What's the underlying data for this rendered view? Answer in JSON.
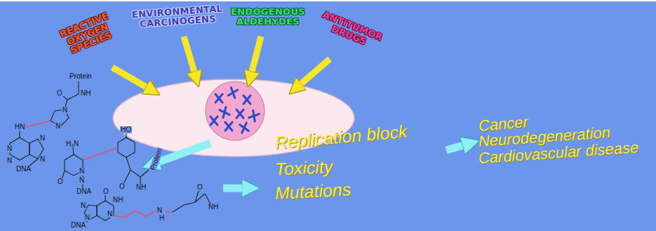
{
  "diagram": {
    "labels": [
      "REACTIVE OXYGEN SPECIES",
      "ENVIRONMENTAL CARCINOGENS",
      "ENDOGENOUS ALDEHYDES",
      "ANTITUMOR DRUGS",
      "Replication block",
      "Toxicity",
      "Mutations",
      "Cancer",
      "Neurodegeneration",
      "Cardiovascular disease",
      "HN",
      "N",
      "N",
      "N",
      "N",
      "DNA",
      "N",
      "N",
      "O",
      "NH",
      "Protein",
      "H₂N",
      "N",
      "O",
      "N",
      "DNA",
      "HO",
      "O",
      "Protein",
      "NH",
      "O",
      "NH",
      "N",
      "N",
      "N",
      "DNA",
      "N",
      "H",
      "O",
      "NH"
    ]
  }
}
